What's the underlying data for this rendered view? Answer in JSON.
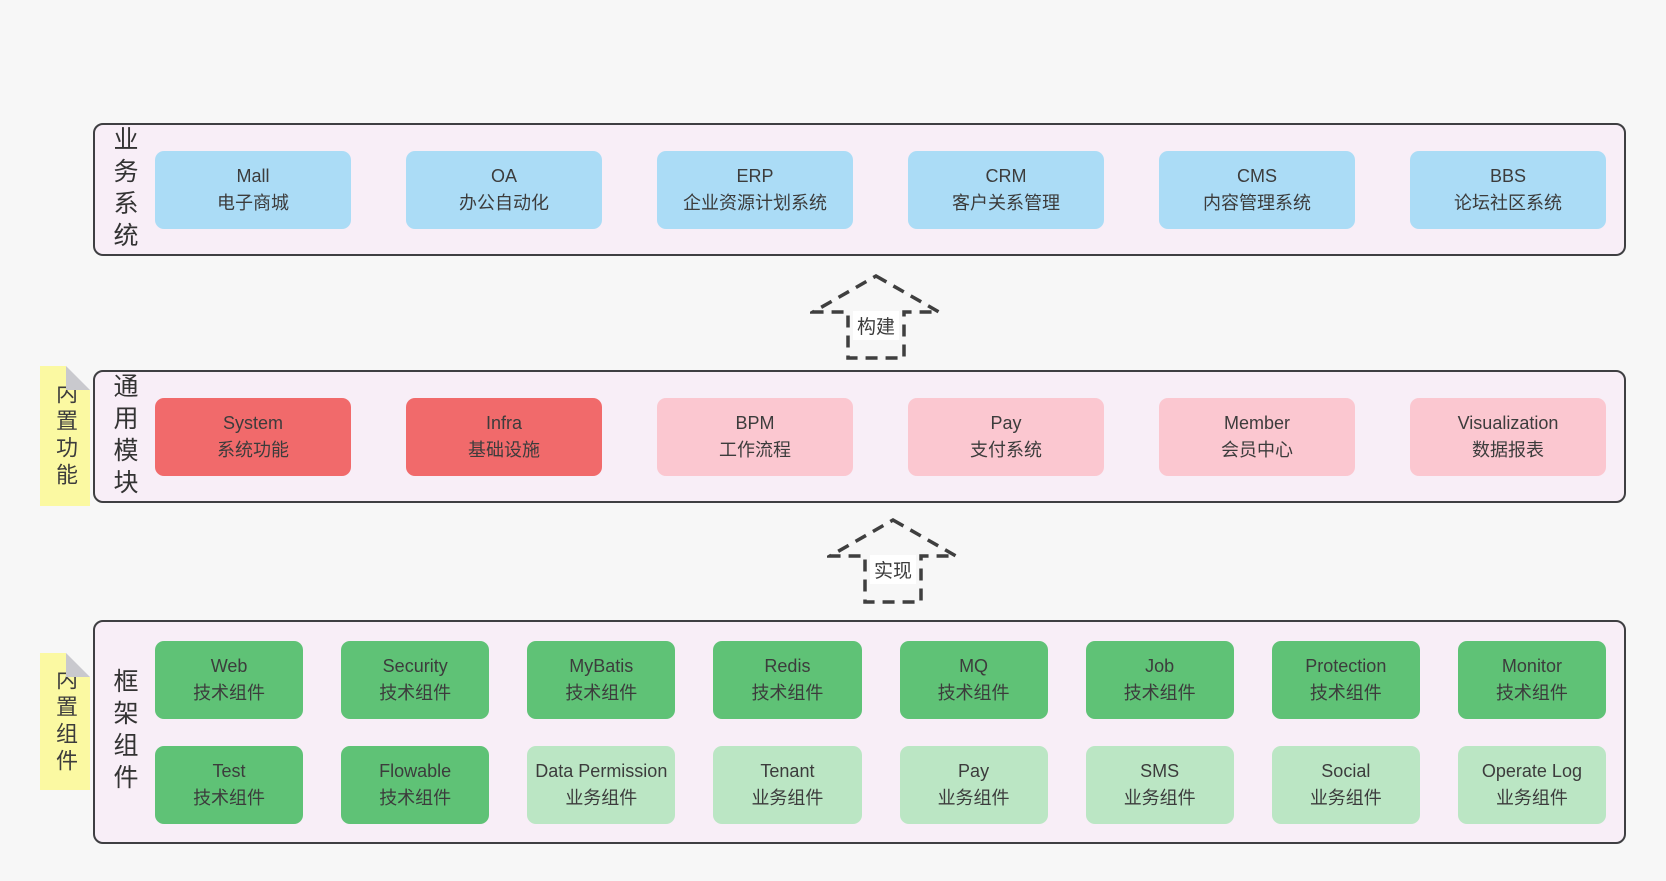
{
  "diagram": {
    "colors": {
      "background": "#f7f7f7",
      "panel_bg": "#f8eef7",
      "panel_border": "#3f3f42",
      "box_blue": "#abdcf6",
      "box_red": "#f16a6b",
      "box_pink": "#fbc7d0",
      "box_green": "#5fc276",
      "box_light_green": "#bbe6c4",
      "note_yellow": "#fbf9a2",
      "note_fold_gray": "#c9c9ce",
      "arrow_stroke": "#3f3f3f",
      "text": "#3c3c3c"
    },
    "arrows": [
      {
        "label": "构建"
      },
      {
        "label": "实现"
      }
    ],
    "layers": [
      {
        "name": "business-systems",
        "side_label": "业务系统",
        "rows": [
          [
            {
              "title": "Mall",
              "subtitle": "电子商城"
            },
            {
              "title": "OA",
              "subtitle": "办公自动化"
            },
            {
              "title": "ERP",
              "subtitle": "企业资源计划系统"
            },
            {
              "title": "CRM",
              "subtitle": "客户关系管理"
            },
            {
              "title": "CMS",
              "subtitle": "内容管理系统"
            },
            {
              "title": "BBS",
              "subtitle": "论坛社区系统"
            }
          ]
        ]
      },
      {
        "name": "common-modules",
        "side_label": "通用模块",
        "sticky_note": "内置功能",
        "rows": [
          [
            {
              "title": "System",
              "subtitle": "系统功能"
            },
            {
              "title": "Infra",
              "subtitle": "基础设施"
            },
            {
              "title": "BPM",
              "subtitle": "工作流程"
            },
            {
              "title": "Pay",
              "subtitle": "支付系统"
            },
            {
              "title": "Member",
              "subtitle": "会员中心"
            },
            {
              "title": "Visualization",
              "subtitle": "数据报表"
            }
          ]
        ]
      },
      {
        "name": "framework-components",
        "side_label": "框架组件",
        "sticky_note": "内置组件",
        "rows": [
          [
            {
              "title": "Web",
              "subtitle": "技术组件"
            },
            {
              "title": "Security",
              "subtitle": "技术组件"
            },
            {
              "title": "MyBatis",
              "subtitle": "技术组件"
            },
            {
              "title": "Redis",
              "subtitle": "技术组件"
            },
            {
              "title": "MQ",
              "subtitle": "技术组件"
            },
            {
              "title": "Job",
              "subtitle": "技术组件"
            },
            {
              "title": "Protection",
              "subtitle": "技术组件"
            },
            {
              "title": "Monitor",
              "subtitle": "技术组件"
            }
          ],
          [
            {
              "title": "Test",
              "subtitle": "技术组件"
            },
            {
              "title": "Flowable",
              "subtitle": "技术组件"
            },
            {
              "title": "Data Permission",
              "subtitle": "业务组件"
            },
            {
              "title": "Tenant",
              "subtitle": "业务组件"
            },
            {
              "title": "Pay",
              "subtitle": "业务组件"
            },
            {
              "title": "SMS",
              "subtitle": "业务组件"
            },
            {
              "title": "Social",
              "subtitle": "业务组件"
            },
            {
              "title": "Operate Log",
              "subtitle": "业务组件"
            }
          ]
        ]
      }
    ]
  }
}
